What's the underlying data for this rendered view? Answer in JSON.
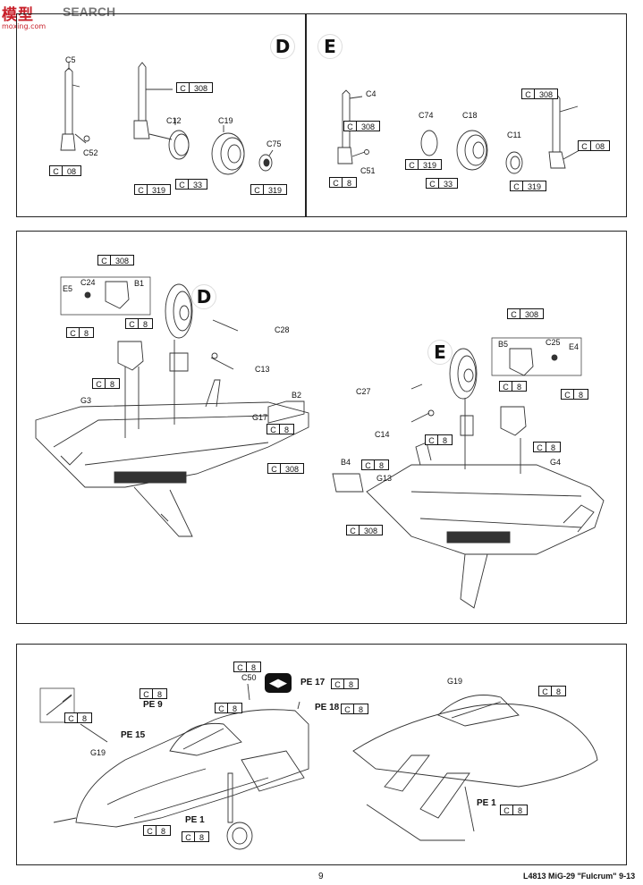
{
  "watermark": {
    "logo": "模型",
    "search": "SEARCH",
    "url": "moxing.com"
  },
  "footer": {
    "page": "9",
    "title": "L4813 MiG-29 \"Fulcrum\" 9-13"
  },
  "panel1": {
    "D": {
      "letter": "D",
      "c5": "C5",
      "c52": "C52",
      "c12": "C12",
      "c19": "C19",
      "c75": "C75",
      "t08": "08",
      "t308": "308",
      "t319a": "319",
      "t33": "33",
      "t319b": "319",
      "c": "C"
    },
    "E": {
      "letter": "E",
      "c4": "C4",
      "c51": "C51",
      "c74": "C74",
      "c18": "C18",
      "c11": "C11",
      "t308a": "308",
      "t8": "8",
      "t319a": "319",
      "t33": "33",
      "t319b": "319",
      "t308b": "308",
      "t08": "08",
      "c": "C"
    }
  },
  "panel2": {
    "left": {
      "t308": "308",
      "e5": "E5",
      "c24": "C24",
      "b1": "B1",
      "t8a": "8",
      "t8b": "8",
      "t8c": "8",
      "g3": "G3",
      "d": "D",
      "c28": "C28",
      "c13": "C13",
      "b2": "B2",
      "g17": "G17",
      "t8d": "8",
      "t308b": "308",
      "c": "C"
    },
    "right": {
      "t308": "308",
      "b5": "B5",
      "c25": "C25",
      "e4": "E4",
      "t8a": "8",
      "t8b": "8",
      "e": "E",
      "c27": "C27",
      "c14": "C14",
      "t8c": "8",
      "t8d": "8",
      "g4": "G4",
      "b4": "B4",
      "t8e": "8",
      "g13": "G13",
      "t308b": "308",
      "c": "C"
    }
  },
  "panel3": {
    "left": {
      "t8a": "8",
      "c50": "C50",
      "t8b": "8",
      "t8c": "8",
      "pe9": "PE 9",
      "pe15": "PE 15",
      "t8d": "8",
      "g19": "G19",
      "pe1": "PE 1",
      "t8e": "8",
      "t8f": "8",
      "pe17": "PE 17",
      "t8g": "8",
      "pe18": "PE 18",
      "t8h": "8",
      "c": "C"
    },
    "right": {
      "g19": "G19",
      "t8a": "8",
      "pe1": "PE 1",
      "t8b": "8",
      "c": "C"
    }
  }
}
